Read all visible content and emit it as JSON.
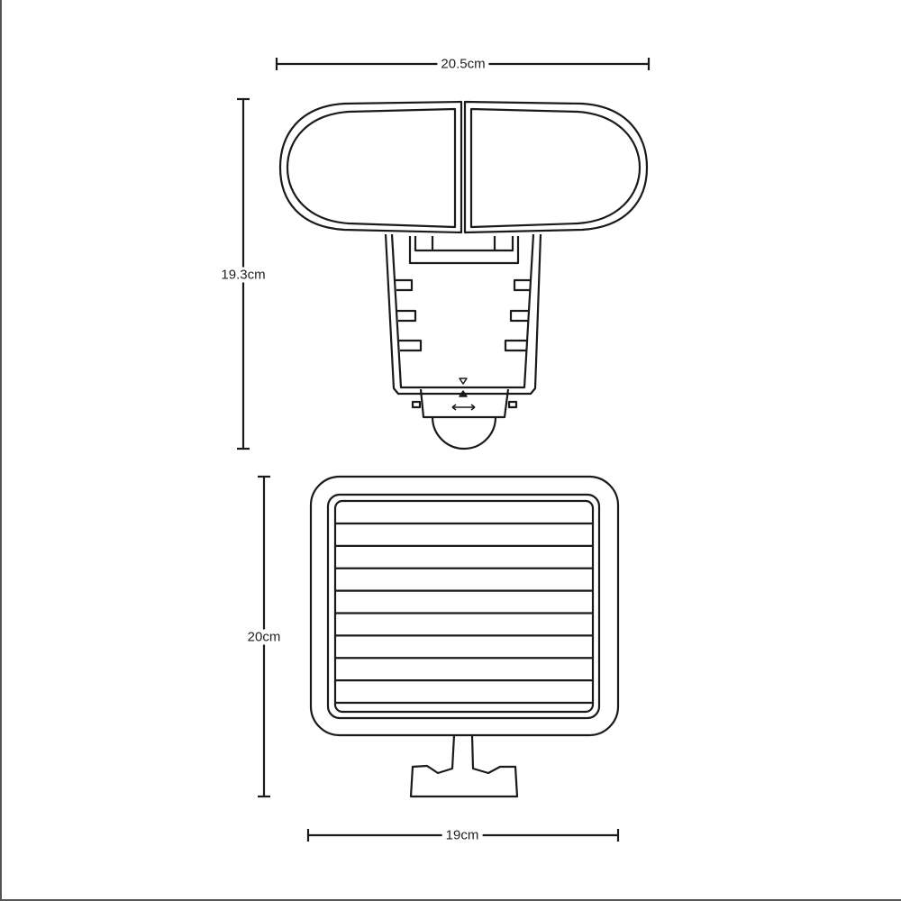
{
  "dimensions": {
    "lamp_width": "20.5cm",
    "lamp_height": "19.3cm",
    "panel_height": "20cm",
    "panel_width": "19cm"
  },
  "colors": {
    "line": "#1a1a1a",
    "background": "#ffffff"
  },
  "panel_stripe_count": 9
}
